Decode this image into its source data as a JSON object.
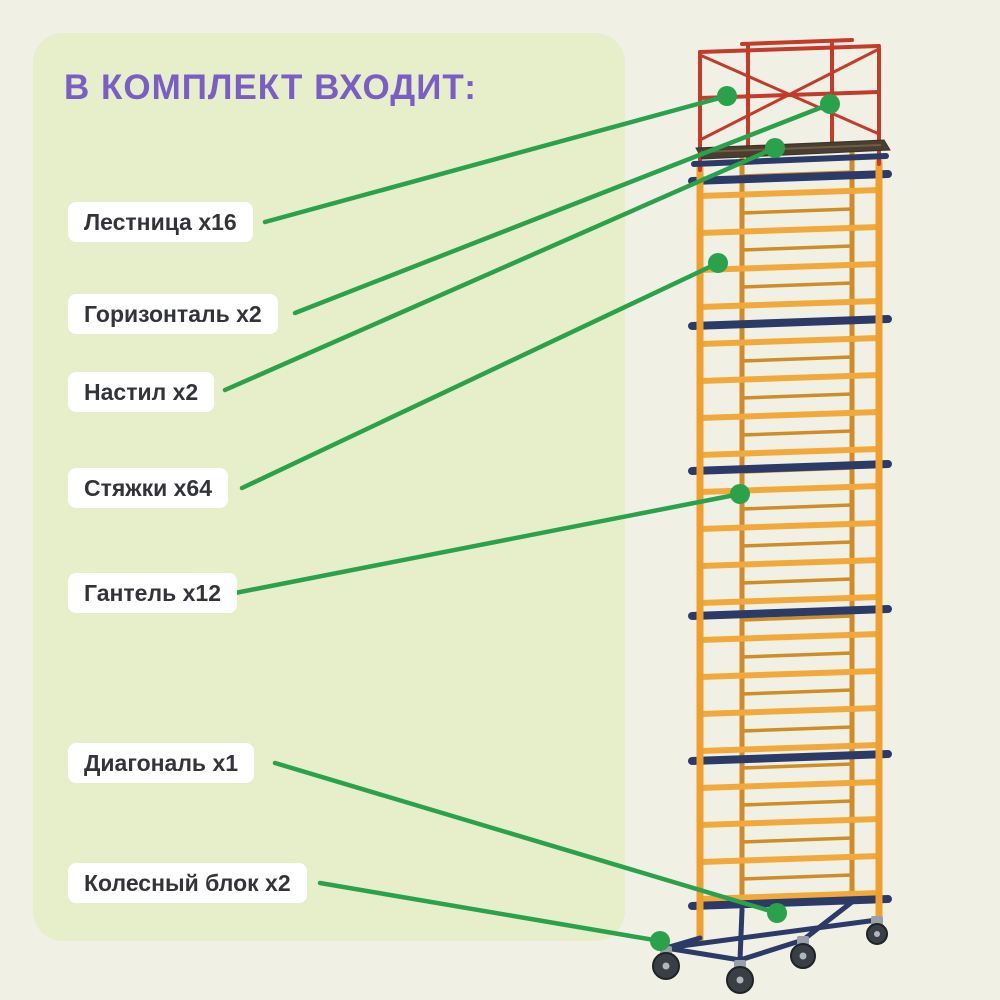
{
  "title": "В КОМПЛЕКТ ВХОДИТ:",
  "labels": [
    {
      "id": "ladder",
      "text": "Лестница x16"
    },
    {
      "id": "horizontal",
      "text": "Горизонталь x2"
    },
    {
      "id": "deck",
      "text": "Настил x2"
    },
    {
      "id": "ties",
      "text": "Стяжки x64"
    },
    {
      "id": "dumbbell",
      "text": "Гантель x12"
    },
    {
      "id": "diagonal",
      "text": "Диагональ x1"
    },
    {
      "id": "wheel-block",
      "text": "Колесный блок x2"
    }
  ],
  "colors": {
    "background": "#f1f0e4",
    "panel": "#e6eeca",
    "title": "#7a5ec6",
    "label_bg": "#ffffff",
    "label_text": "#33343a",
    "connector_green": "#2aa24b",
    "tower_yellow": "#ef9f2e",
    "tower_red": "#c23b2b",
    "tower_blue": "#2c3a68"
  }
}
